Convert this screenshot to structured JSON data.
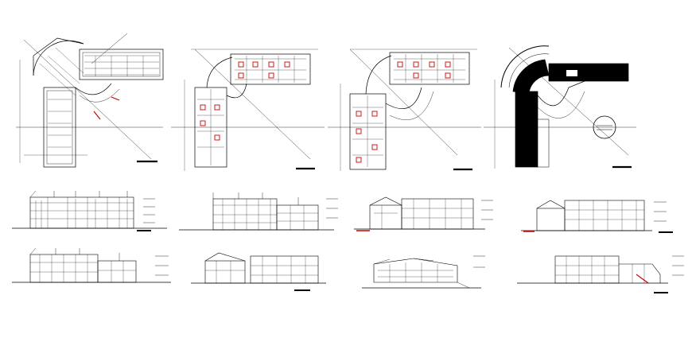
{
  "drawing": {
    "plans": [
      {
        "name": "plan-1",
        "style": "outline"
      },
      {
        "name": "plan-2",
        "style": "outline"
      },
      {
        "name": "plan-3",
        "style": "outline"
      },
      {
        "name": "plan-4",
        "style": "solid-fill"
      }
    ],
    "elevations": [
      {
        "name": "elevation-1",
        "variant": "a"
      },
      {
        "name": "elevation-2",
        "variant": "b"
      },
      {
        "name": "elevation-3",
        "variant": "c"
      },
      {
        "name": "elevation-4",
        "variant": "d"
      },
      {
        "name": "elevation-5",
        "variant": "e"
      },
      {
        "name": "elevation-6",
        "variant": "f"
      },
      {
        "name": "elevation-7",
        "variant": "g"
      },
      {
        "name": "elevation-8",
        "variant": "h"
      }
    ],
    "colors": {
      "line": "#000000",
      "accent": "#cc0000",
      "background": "#ffffff"
    }
  }
}
